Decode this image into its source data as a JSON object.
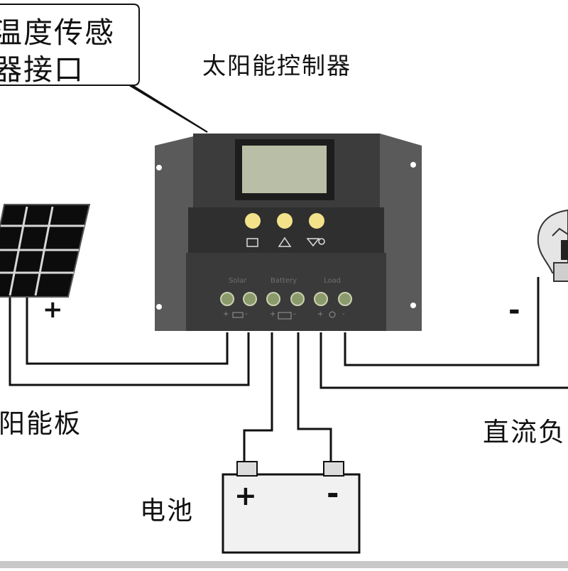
{
  "title": "太阳能控制器",
  "callout": {
    "line1": "温度传感",
    "line2": "器接口"
  },
  "solar_panel": {
    "label": "阳能板",
    "plus_sign": "+"
  },
  "dc_load": {
    "label": "直流负",
    "minus_sign": "-"
  },
  "battery": {
    "label": "电池",
    "plus_sign": "+",
    "minus_sign": "-"
  },
  "controller": {
    "terminal_labels": {
      "solar": "Solar",
      "battery": "Battery",
      "load": "Load"
    },
    "polarity": {
      "plus": "+",
      "minus": "-"
    },
    "button_color": "#f4e28a",
    "body_color": "#414141",
    "lcd_color": "#b9bfa6"
  }
}
